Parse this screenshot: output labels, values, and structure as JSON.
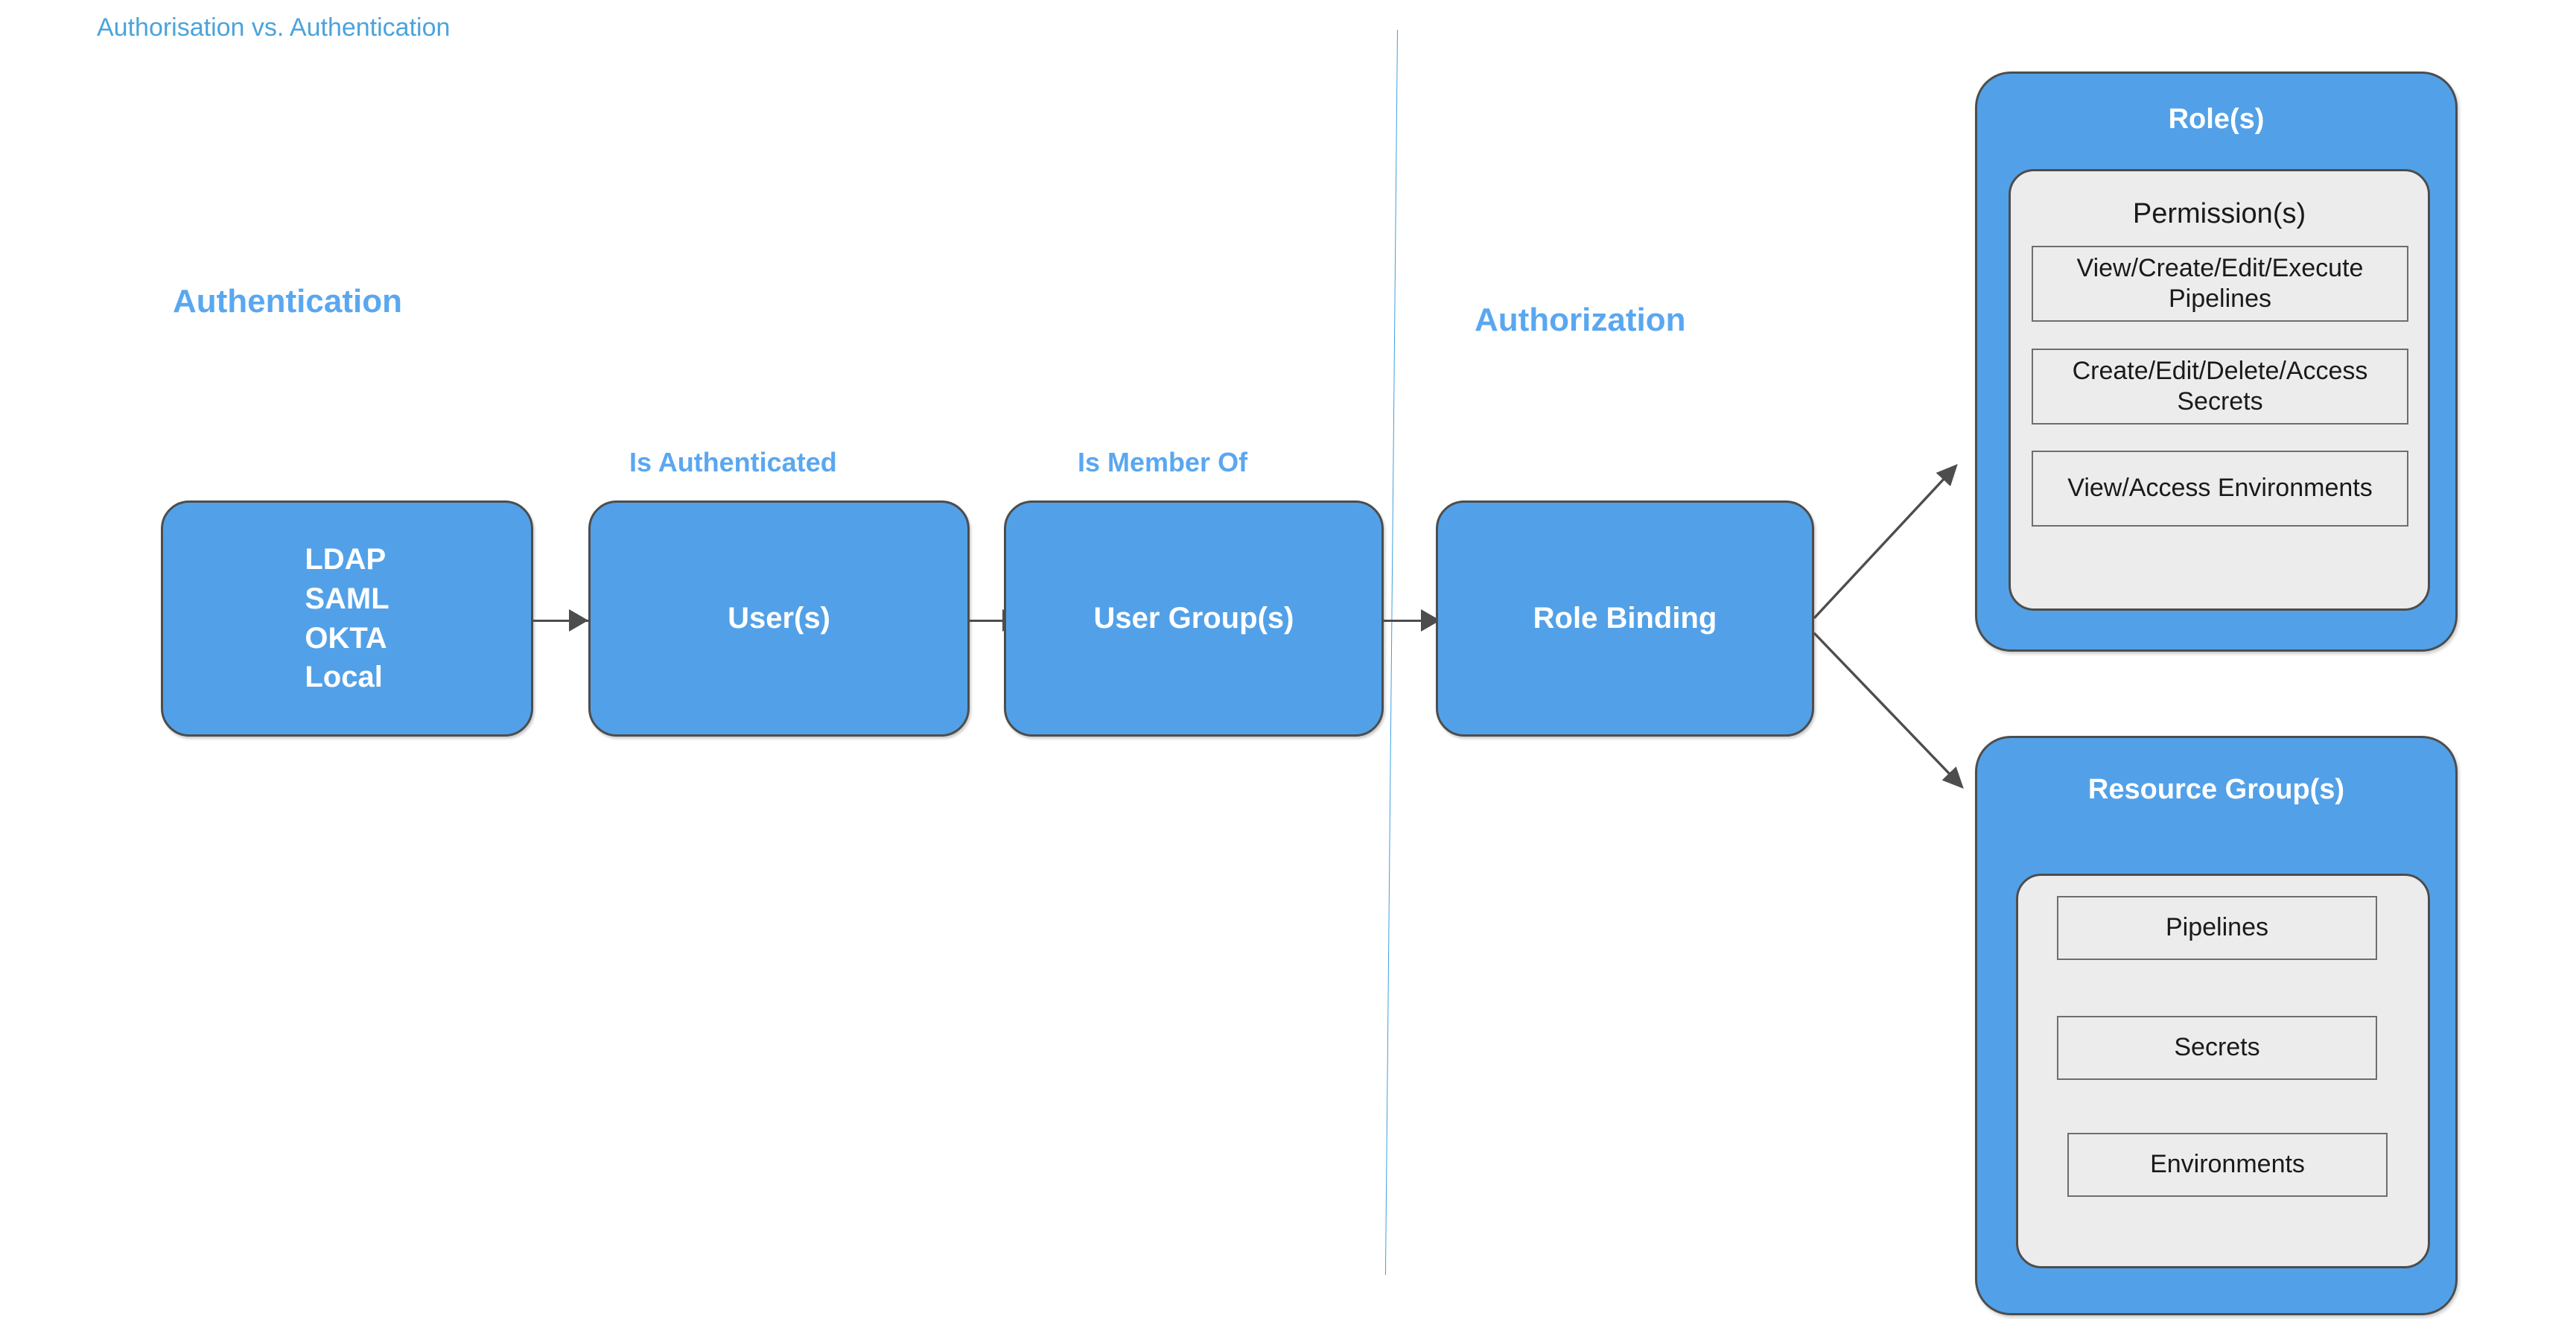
{
  "title": "Authorisation vs. Authentication",
  "colors": {
    "accent_blue": "#52A1E8",
    "label_blue": "#5AA7F0",
    "title_blue": "#4BA3DC",
    "divider_blue": "#3FA0E0",
    "card_gray": "#ECECEC",
    "border_gray": "#4D4D4D",
    "text_dark": "#1A1A1A",
    "text_white": "#FFFFFF"
  },
  "sections": {
    "authentication": "Authentication",
    "authorization": "Authorization"
  },
  "flow": {
    "identity_providers": {
      "lines": [
        "LDAP",
        "SAML",
        "OKTA",
        "Local"
      ]
    },
    "users": {
      "edge_label": "Is Authenticated",
      "label": "User(s)"
    },
    "user_groups": {
      "edge_label": "Is Member Of",
      "label": "User Group(s)"
    },
    "role_binding": {
      "label": "Role Binding"
    }
  },
  "panels": {
    "roles": {
      "title": "Role(s)",
      "card_heading": "Permission(s)",
      "items": [
        "View/Create/Edit/Execute Pipelines",
        "Create/Edit/Delete/Access Secrets",
        "View/Access Environments"
      ]
    },
    "resource_groups": {
      "title": "Resource Group(s)",
      "items": [
        "Pipelines",
        "Secrets",
        "Environments"
      ]
    }
  }
}
